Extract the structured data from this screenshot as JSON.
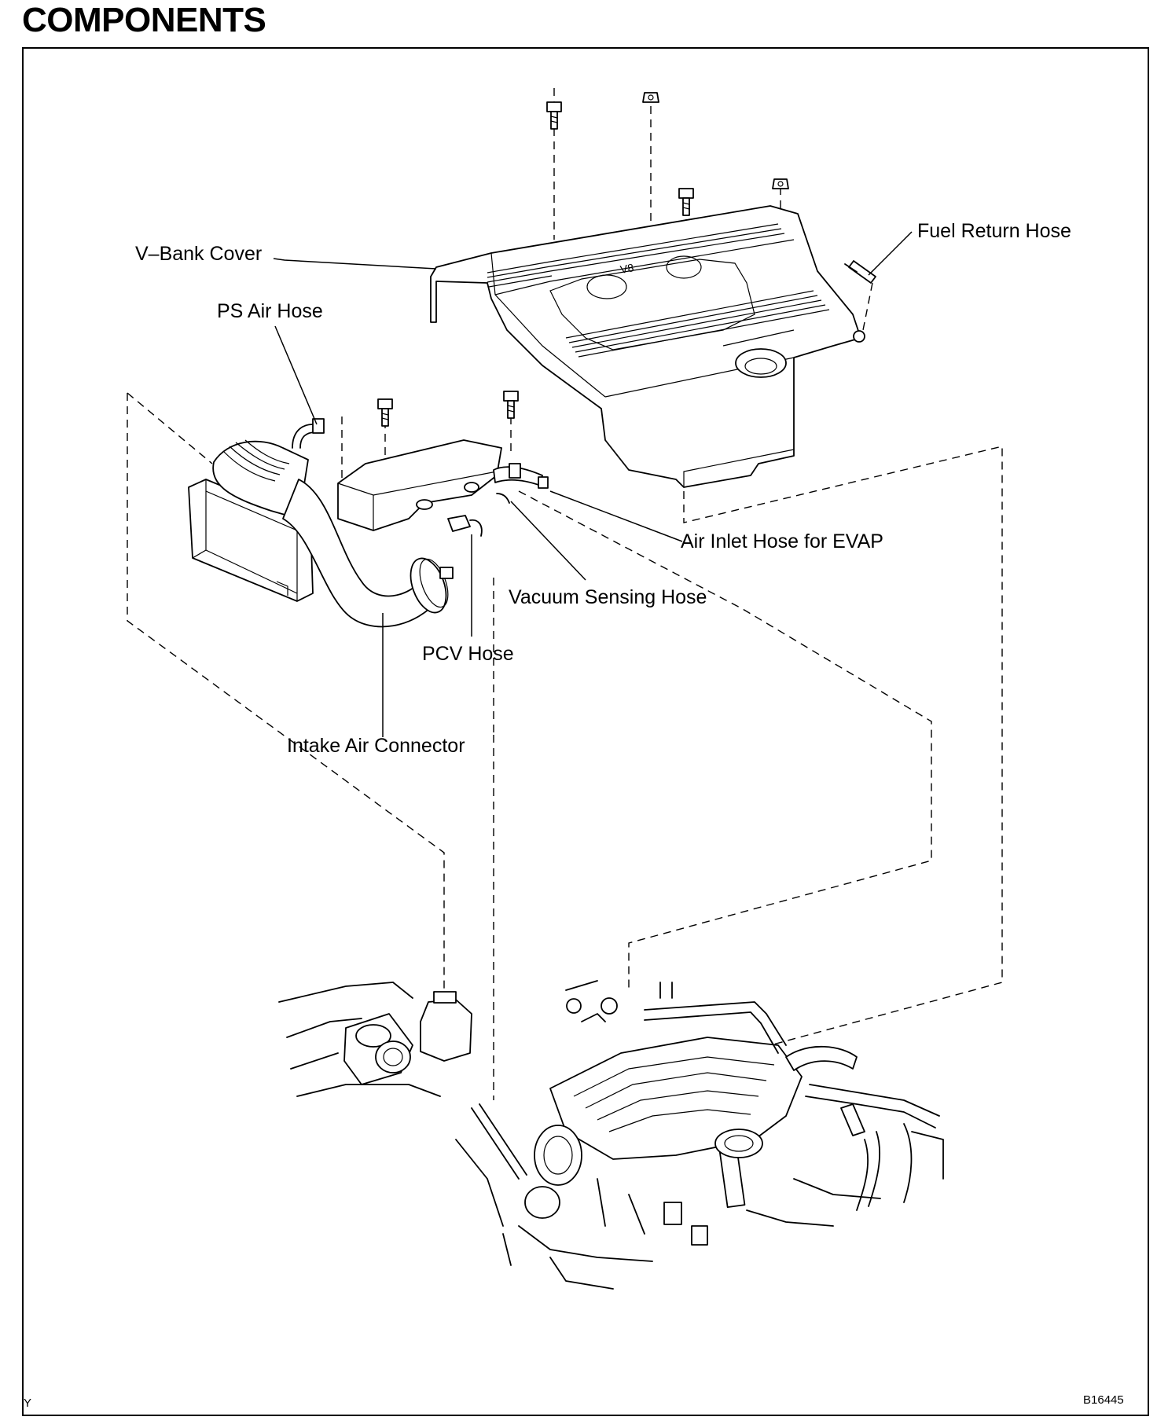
{
  "title": "COMPONENTS",
  "labels": {
    "v_bank_cover": "V–Bank Cover",
    "fuel_return_hose": "Fuel Return Hose",
    "ps_air_hose": "PS Air Hose",
    "air_inlet_hose_evap": "Air Inlet Hose for EVAP",
    "vacuum_sensing_hose": "Vacuum Sensing Hose",
    "pcv_hose": "PCV Hose",
    "intake_air_connector": "Intake Air Connector"
  },
  "corner_marks": {
    "left": "Y",
    "right": "B16445"
  }
}
